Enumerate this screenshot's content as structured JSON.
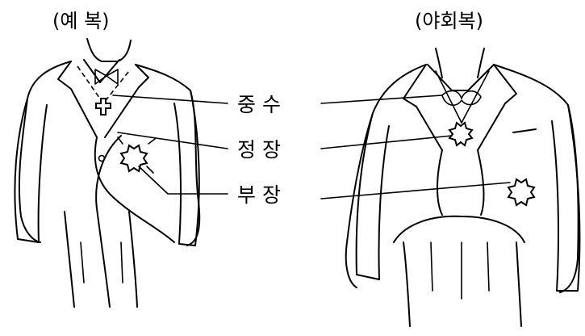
{
  "titles": {
    "left": "(예   복)",
    "right": "(야회복)"
  },
  "labels": [
    {
      "key": "neck",
      "text": "중   수"
    },
    {
      "key": "main",
      "text": "정   장"
    },
    {
      "key": "side",
      "text": "부   장"
    }
  ],
  "figures": {
    "left": "formal-dress-tailcoat",
    "right": "evening-dress-suit"
  }
}
